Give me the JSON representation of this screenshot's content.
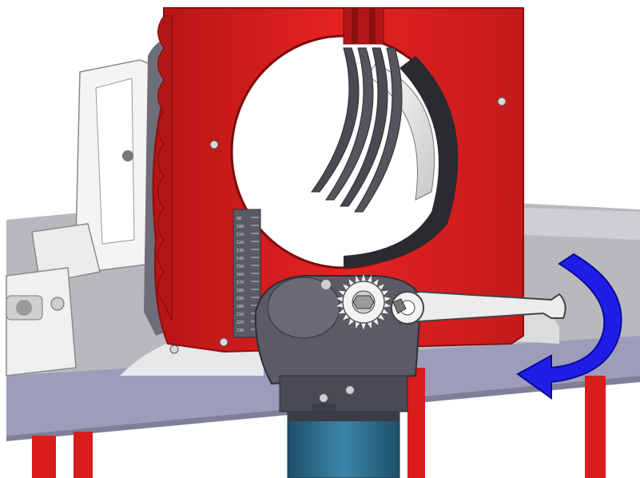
{
  "scene": {
    "kind": "technical-illustration",
    "subject": "pipe-cutting-machine-wrench-adjustment"
  },
  "colors": {
    "frame_red": "#d91c1c",
    "frame_red_dark": "#a31212",
    "base_grey": "#8d8da3",
    "table_top": "#b8b8bc",
    "table_front": "#9a9ab8",
    "casting_white": "#f2f2f2",
    "gearbox_dark": "#55555f",
    "motor_teal": "#2a6a8a",
    "arrow_blue": "#1e1ee8",
    "wrench_silver": "#e4e4e4"
  },
  "icons": {
    "rotation_arrow": "curved-arrow-clockwise-icon",
    "wrench": "open-end-wrench-icon",
    "gear": "saw-gear-icon"
  },
  "scale_markings": [
    "90",
    "100",
    "110",
    "120",
    "130",
    "140",
    "150",
    "160",
    "170",
    "180",
    "190",
    "200",
    "210",
    "220",
    "230"
  ]
}
